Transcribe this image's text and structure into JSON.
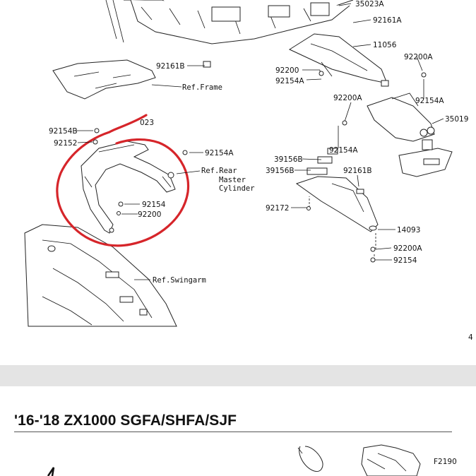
{
  "diagram": {
    "callouts": [
      {
        "id": "c35023A",
        "text": "35023A"
      },
      {
        "id": "c92161A",
        "text": "92161A"
      },
      {
        "id": "c11056",
        "text": "11056"
      },
      {
        "id": "c92200A_1",
        "text": "92200A"
      },
      {
        "id": "c92200",
        "text": "92200"
      },
      {
        "id": "c92154A_1",
        "text": "92154A"
      },
      {
        "id": "c92154A_2",
        "text": "92154A"
      },
      {
        "id": "c92161B",
        "text": "92161B"
      },
      {
        "id": "c92200A_2",
        "text": "92200A"
      },
      {
        "id": "c35019",
        "text": "35019"
      },
      {
        "id": "c92154B",
        "text": "92154B"
      },
      {
        "id": "c023",
        "text": "023"
      },
      {
        "id": "c92152",
        "text": "92152"
      },
      {
        "id": "c92154A_3",
        "text": "92154A"
      },
      {
        "id": "c92154A_4",
        "text": "92154A"
      },
      {
        "id": "c39156B_1",
        "text": "39156B"
      },
      {
        "id": "c39156B_2",
        "text": "39156B"
      },
      {
        "id": "c92161B_2",
        "text": "92161B"
      },
      {
        "id": "c92154",
        "text": "92154"
      },
      {
        "id": "c92200_2",
        "text": "92200"
      },
      {
        "id": "c92172",
        "text": "92172"
      },
      {
        "id": "c14093",
        "text": "14093"
      },
      {
        "id": "c92200A_3",
        "text": "92200A"
      },
      {
        "id": "c92154_2",
        "text": "92154"
      }
    ],
    "refs": {
      "frame": "Ref.Frame",
      "rear_master_1": "Ref.Rear",
      "rear_master_2": "Master",
      "rear_master_3": "Cylinder",
      "swingarm": "Ref.Swingarm"
    },
    "page_number_partial": "4",
    "highlight_color": "#d6252a"
  },
  "section": {
    "title": "'16-'18 ZX1000 SGFA/SHFA/SJF"
  },
  "diagram_bottom": {
    "figure_code": "F2190"
  }
}
